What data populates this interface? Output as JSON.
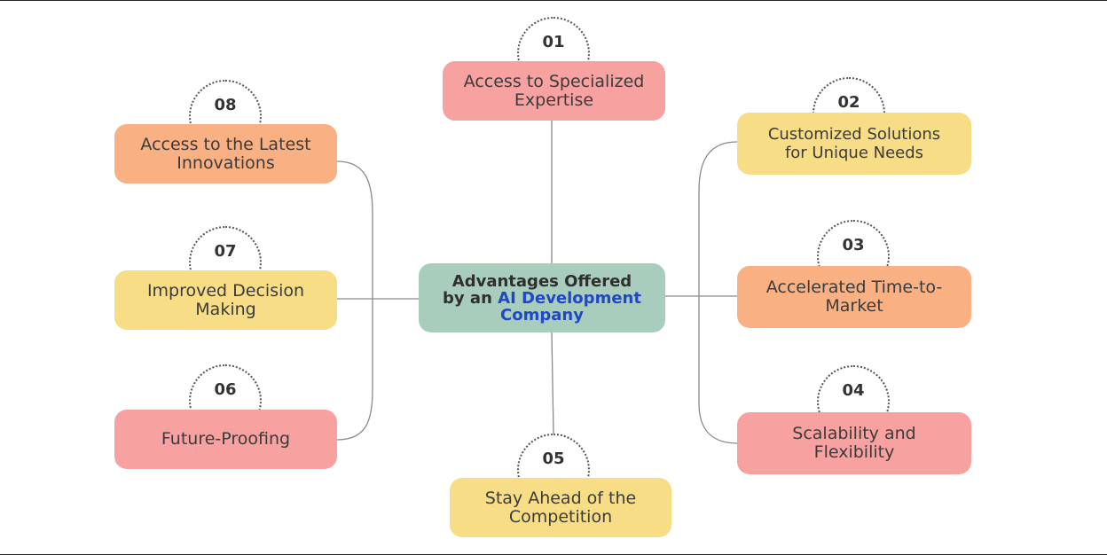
{
  "center": {
    "line1": "Advantages Offered",
    "line2_prefix": "by an ",
    "line2_highlight": "AI Development",
    "line3": "Company"
  },
  "items": [
    {
      "number": "01",
      "label": "Access to Specialized Expertise"
    },
    {
      "number": "02",
      "label": "Customized Solutions for Unique Needs"
    },
    {
      "number": "03",
      "label": "Accelerated Time-to-Market"
    },
    {
      "number": "04",
      "label": "Scalability and Flexibility"
    },
    {
      "number": "05",
      "label": "Stay Ahead of the Competition"
    },
    {
      "number": "06",
      "label": "Future-Proofing"
    },
    {
      "number": "07",
      "label": "Improved Decision Making"
    },
    {
      "number": "08",
      "label": "Access to the Latest Innovations"
    }
  ],
  "colors": {
    "pink": "#f7a1a1",
    "orange": "#f9b184",
    "yellow": "#f7de86",
    "center": "#a9cdbd",
    "highlight": "#2147c9"
  }
}
